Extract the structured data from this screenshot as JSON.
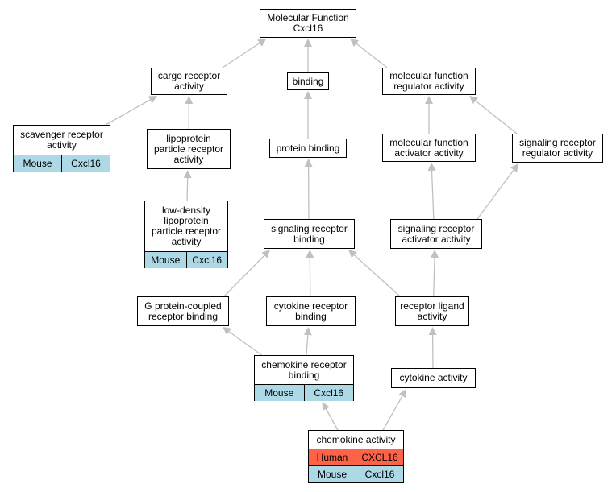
{
  "colors": {
    "edge": "#c0c0c0",
    "human_row": "#ff6347",
    "mouse_row": "#add8e6"
  },
  "nodes": {
    "molecular_function": {
      "label": "Molecular Function\nCxcl16"
    },
    "cargo_receptor": {
      "label": "cargo receptor\nactivity"
    },
    "binding": {
      "label": "binding"
    },
    "mf_regulator": {
      "label": "molecular function\nregulator activity"
    },
    "scavenger_receptor": {
      "label": "scavenger receptor\nactivity",
      "species": "Mouse",
      "gene": "Cxcl16"
    },
    "lipoprotein_receptor": {
      "label": "lipoprotein\nparticle receptor\nactivity"
    },
    "protein_binding": {
      "label": "protein binding"
    },
    "mf_activator": {
      "label": "molecular function\nactivator activity"
    },
    "signaling_regulator": {
      "label": "signaling receptor\nregulator activity"
    },
    "ldl_receptor": {
      "label": "low-density\nlipoprotein\nparticle receptor\nactivity",
      "species": "Mouse",
      "gene": "Cxcl16"
    },
    "signaling_binding": {
      "label": "signaling receptor\nbinding"
    },
    "signaling_activator": {
      "label": "signaling receptor\nactivator activity"
    },
    "gpcr_binding": {
      "label": "G protein-coupled\nreceptor binding"
    },
    "cytokine_receptor_binding": {
      "label": "cytokine receptor\nbinding"
    },
    "receptor_ligand": {
      "label": "receptor ligand\nactivity"
    },
    "chemokine_receptor_binding": {
      "label": "chemokine receptor\nbinding",
      "species": "Mouse",
      "gene": "Cxcl16"
    },
    "cytokine_activity": {
      "label": "cytokine activity"
    },
    "chemokine_activity": {
      "label": "chemokine activity",
      "rows": [
        {
          "species": "Human",
          "gene": "CXCL16"
        },
        {
          "species": "Mouse",
          "gene": "Cxcl16"
        }
      ]
    }
  },
  "edges": [
    [
      "cargo_receptor",
      "molecular_function"
    ],
    [
      "binding",
      "molecular_function"
    ],
    [
      "mf_regulator",
      "molecular_function"
    ],
    [
      "scavenger_receptor",
      "cargo_receptor"
    ],
    [
      "lipoprotein_receptor",
      "cargo_receptor"
    ],
    [
      "protein_binding",
      "binding"
    ],
    [
      "mf_activator",
      "mf_regulator"
    ],
    [
      "signaling_regulator",
      "mf_regulator"
    ],
    [
      "ldl_receptor",
      "lipoprotein_receptor"
    ],
    [
      "signaling_binding",
      "protein_binding"
    ],
    [
      "signaling_activator",
      "mf_activator"
    ],
    [
      "signaling_activator",
      "signaling_regulator"
    ],
    [
      "gpcr_binding",
      "signaling_binding"
    ],
    [
      "cytokine_receptor_binding",
      "signaling_binding"
    ],
    [
      "receptor_ligand",
      "signaling_binding"
    ],
    [
      "receptor_ligand",
      "signaling_activator"
    ],
    [
      "chemokine_receptor_binding",
      "gpcr_binding"
    ],
    [
      "chemokine_receptor_binding",
      "cytokine_receptor_binding"
    ],
    [
      "cytokine_activity",
      "receptor_ligand"
    ],
    [
      "chemokine_activity",
      "chemokine_receptor_binding"
    ],
    [
      "chemokine_activity",
      "cytokine_activity"
    ]
  ]
}
